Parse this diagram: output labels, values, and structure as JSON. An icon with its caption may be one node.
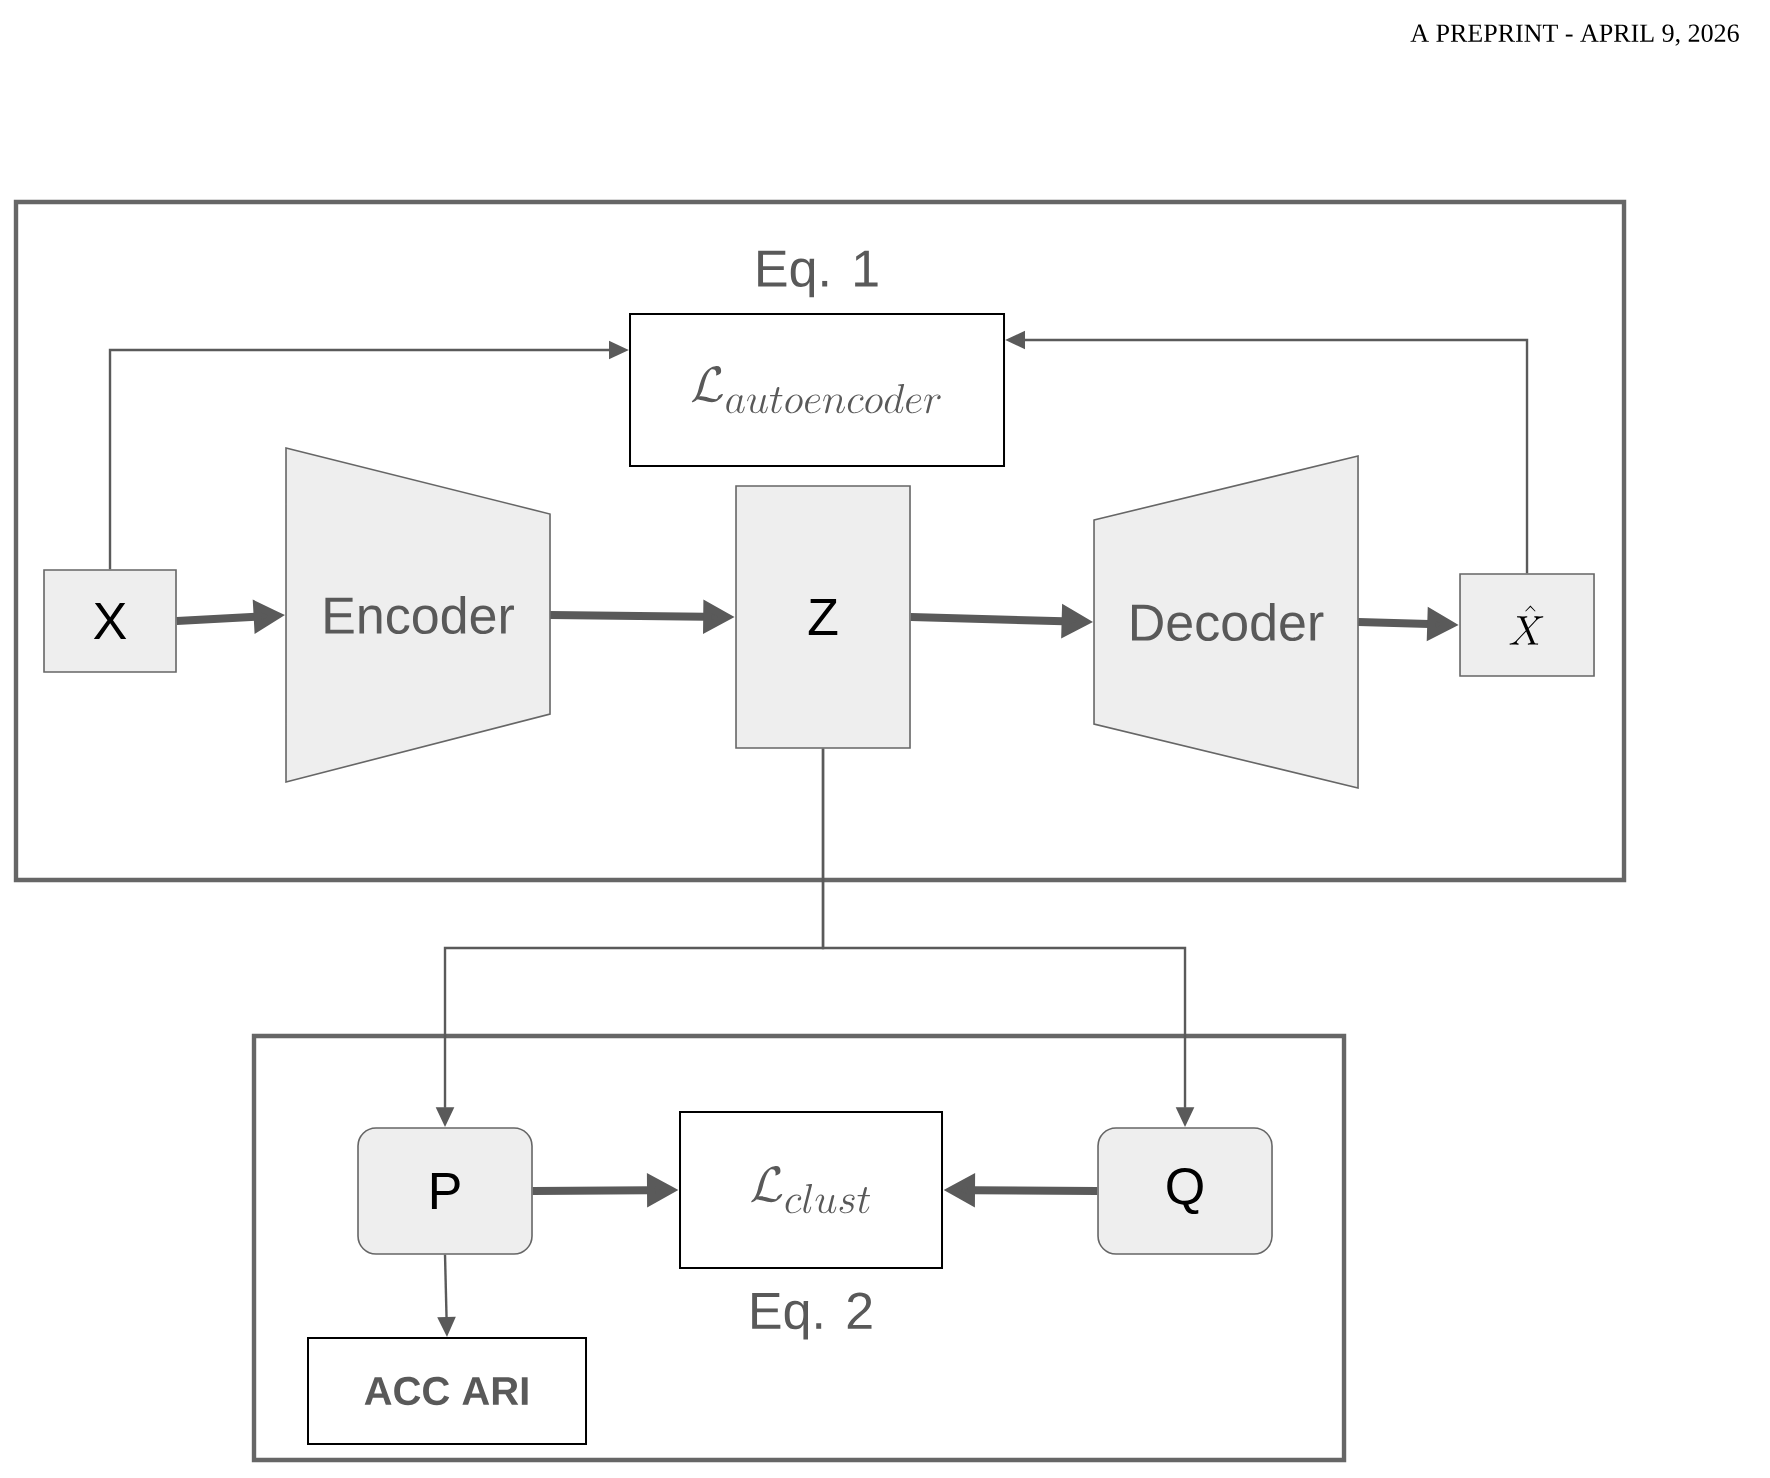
{
  "diagram": {
    "nodes": [
      {
        "text": [],
        "shape": "box"
      },
      {
        "text": [
          "\\mathcal{L}_{autoencoder}"
        ],
        "beside": [
          "Eq. 1"
        ],
        "in": 0
      },
      {
        "text": [
          "X"
        ],
        "in": 0
      },
      {
        "text": [
          "Encoder"
        ],
        "in": 0
      },
      {
        "text": [
          "Z"
        ],
        "in": 0
      },
      {
        "text": [
          "Decoder"
        ],
        "in": 0
      },
      {
        "text": [
          "\\hat{X}"
        ],
        "in": 0
      },
      {
        "text": [],
        "shape": "box"
      },
      {
        "text": [
          "P"
        ],
        "in": 7
      },
      {
        "text": [
          "\\mathcal{L}_{clust}"
        ],
        "beside": [
          "Eq. 2"
        ],
        "in": 7
      },
      {
        "text": [
          "Q"
        ],
        "in": 7
      },
      {
        "text": [
          "ACC ARI"
        ],
        "in": 7
      }
    ],
    "edges": [
      {
        "from": 2,
        "to": 1,
        "arrow": "to"
      },
      {
        "from": 6,
        "to": 1,
        "arrow": "to"
      },
      {
        "from": 2,
        "to": 3,
        "arrow": "to"
      },
      {
        "from": 3,
        "to": 4,
        "arrow": "to"
      },
      {
        "from": 4,
        "to": 5,
        "arrow": "to"
      },
      {
        "from": 5,
        "to": 6,
        "arrow": "to"
      },
      {
        "from": 4,
        "to": 8,
        "arrow": "to"
      },
      {
        "from": 4,
        "to": 10,
        "arrow": "to"
      },
      {
        "from": 8,
        "to": 9,
        "arrow": "to"
      },
      {
        "from": 10,
        "to": 9,
        "arrow": "to"
      },
      {
        "from": 8,
        "to": 11,
        "arrow": "to"
      }
    ],
    "labels": [
      "A PREPRINT - APRIL 9, 2026"
    ]
  }
}
